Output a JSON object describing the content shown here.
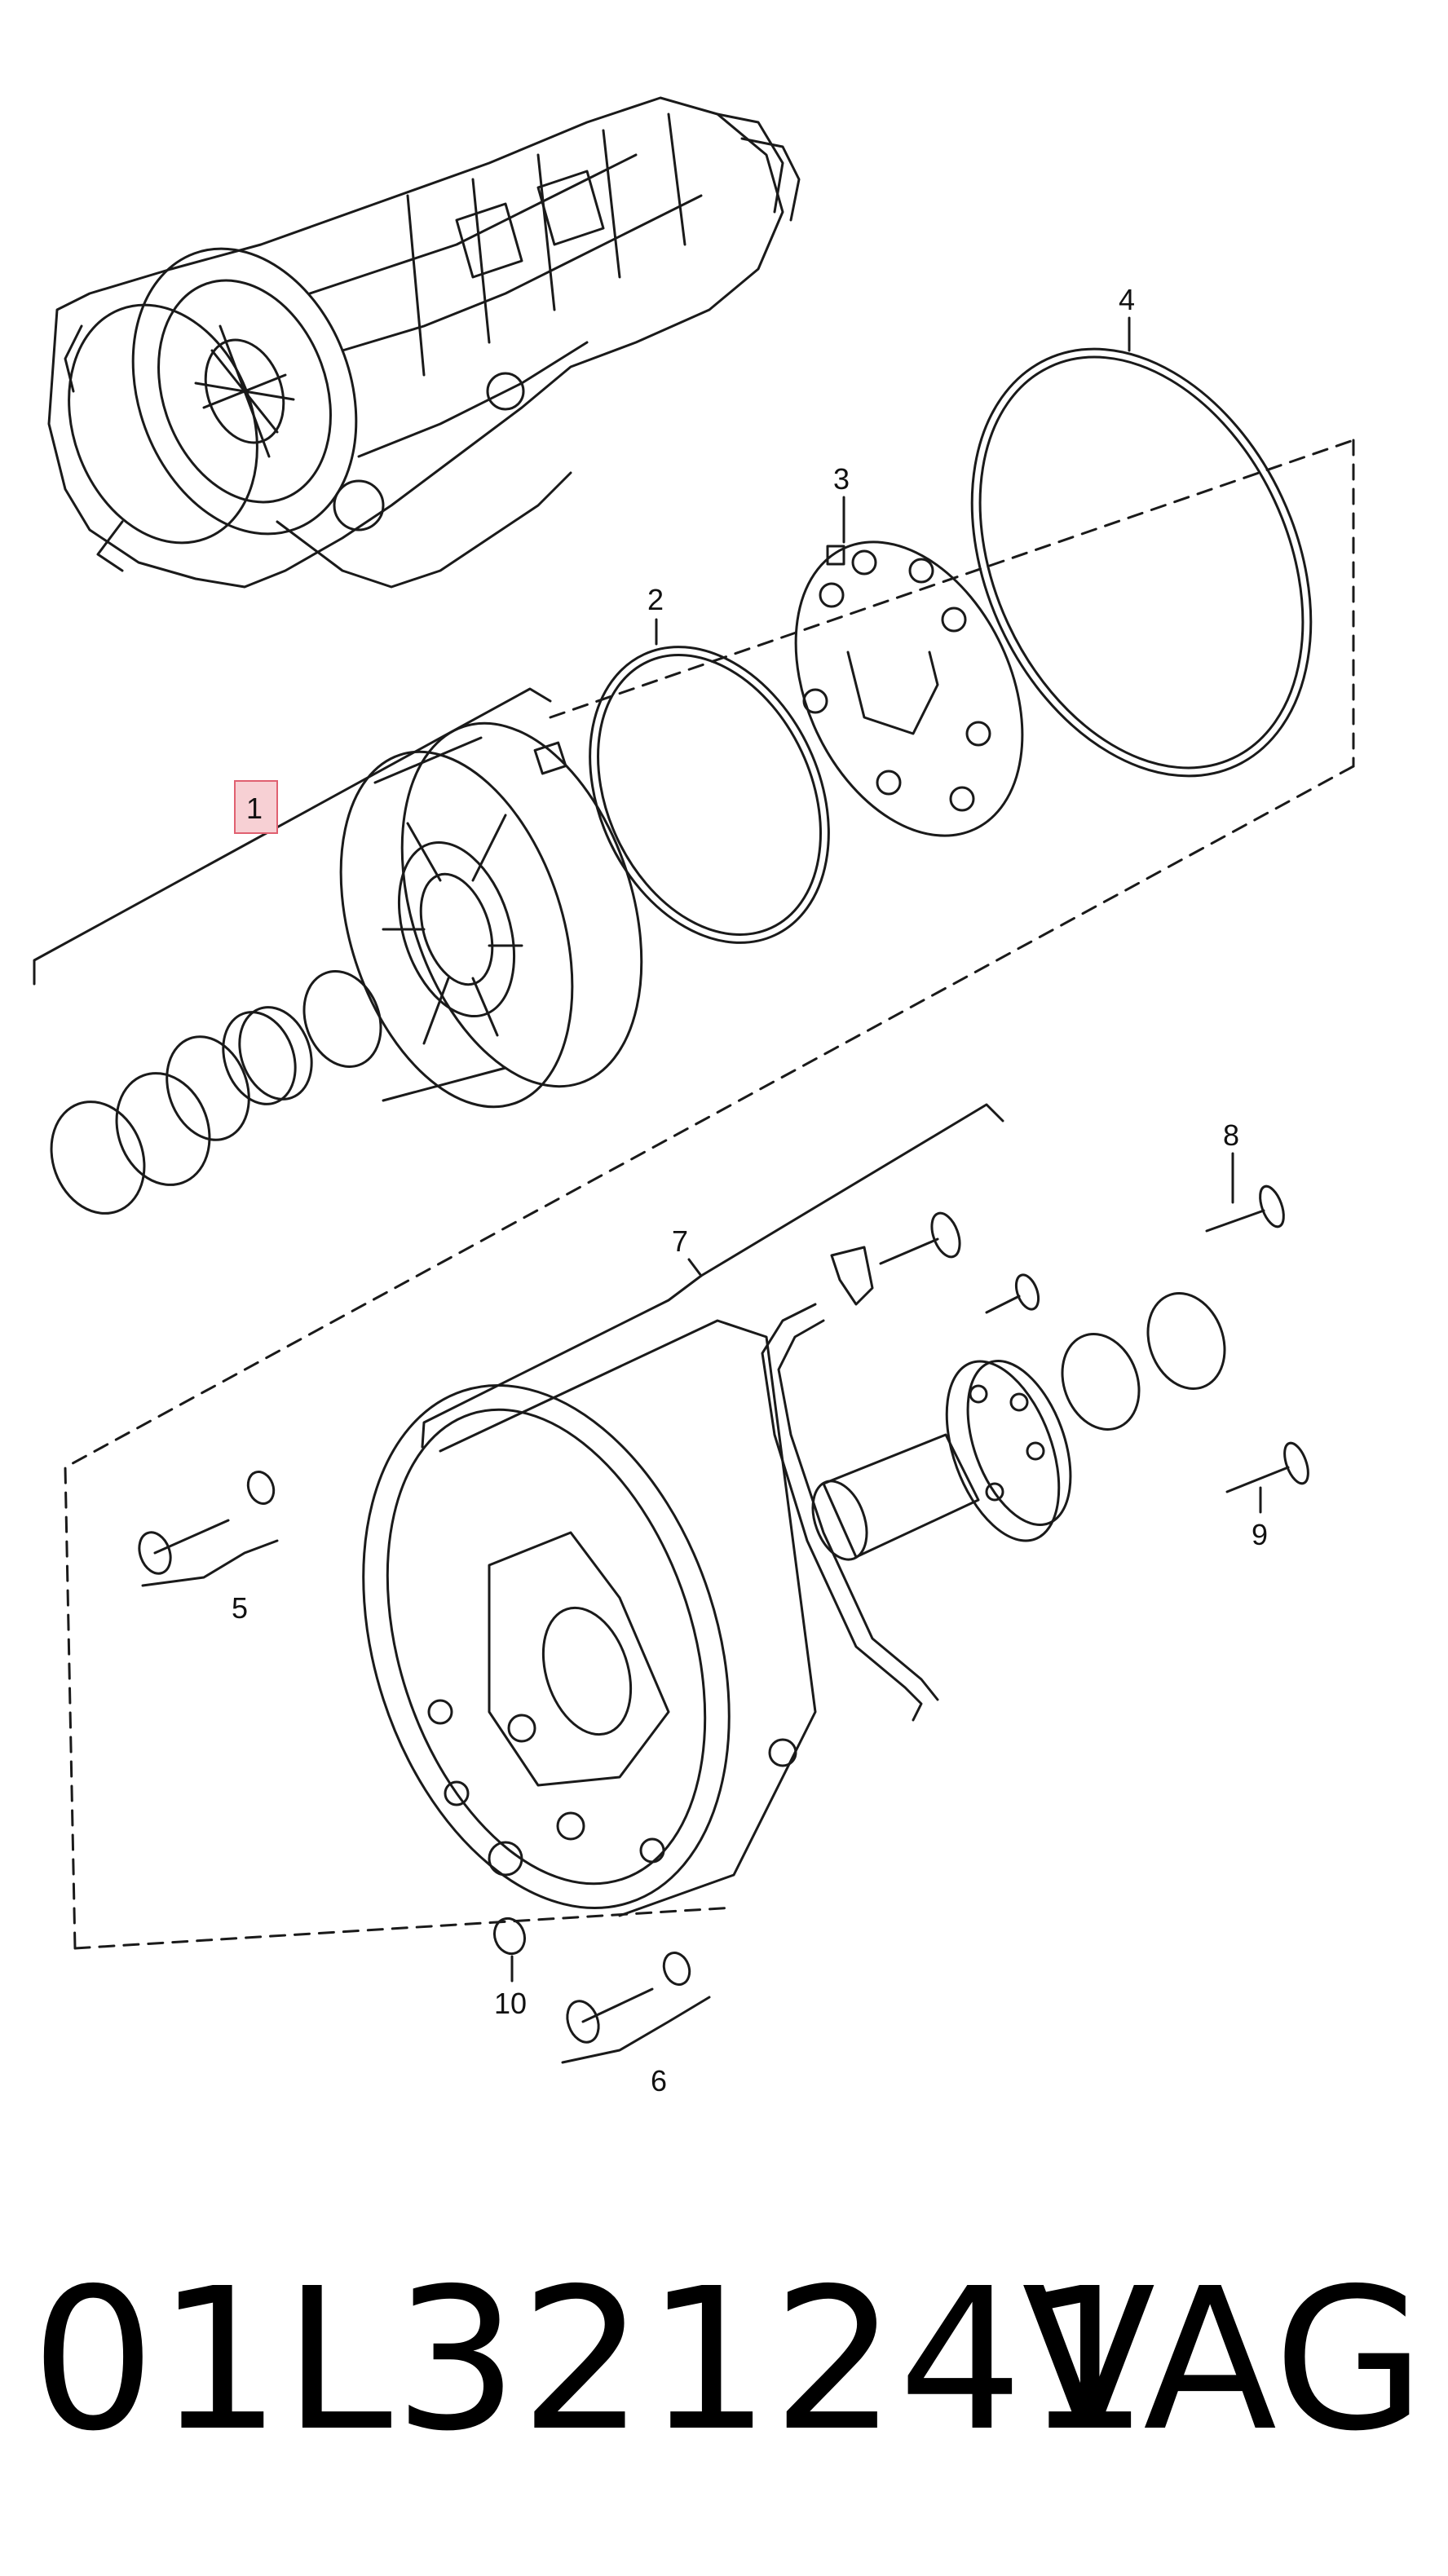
{
  "callouts": {
    "c1": "1",
    "c2": "2",
    "c3": "3",
    "c4": "4",
    "c5": "5",
    "c6": "6",
    "c7": "7",
    "c8": "8",
    "c9": "9",
    "c10": "10"
  },
  "footer": {
    "part_number": "01L321241",
    "brand": "VAG"
  },
  "colors": {
    "line": "#1a1a1a",
    "highlight_fill": "#f7d0d4",
    "highlight_stroke": "#e06070"
  }
}
